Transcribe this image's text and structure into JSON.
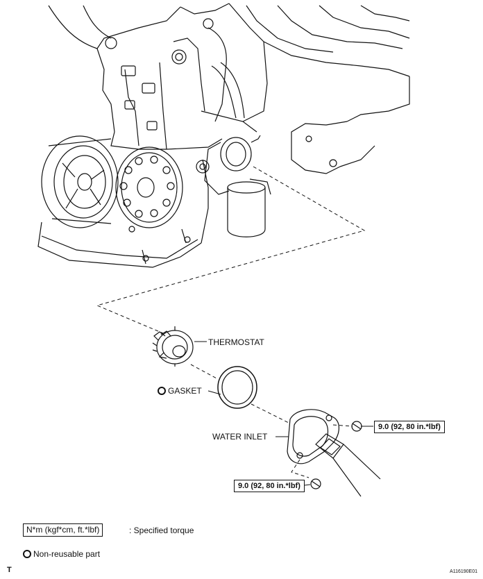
{
  "labels": {
    "thermostat": "THERMOSTAT",
    "gasket": "GASKET",
    "water_inlet": "WATER INLET"
  },
  "torque": {
    "upper": "9.0 (92, 80 in.*lbf)",
    "lower": "9.0 (92, 80 in.*lbf)"
  },
  "legend": {
    "torque_unit_box": "N*m (kgf*cm, ft.*lbf)",
    "torque_desc": ": Specified torque",
    "non_reusable": "Non-reusable part"
  },
  "footer": {
    "left_code": "T",
    "right_code": "A116190E01"
  }
}
